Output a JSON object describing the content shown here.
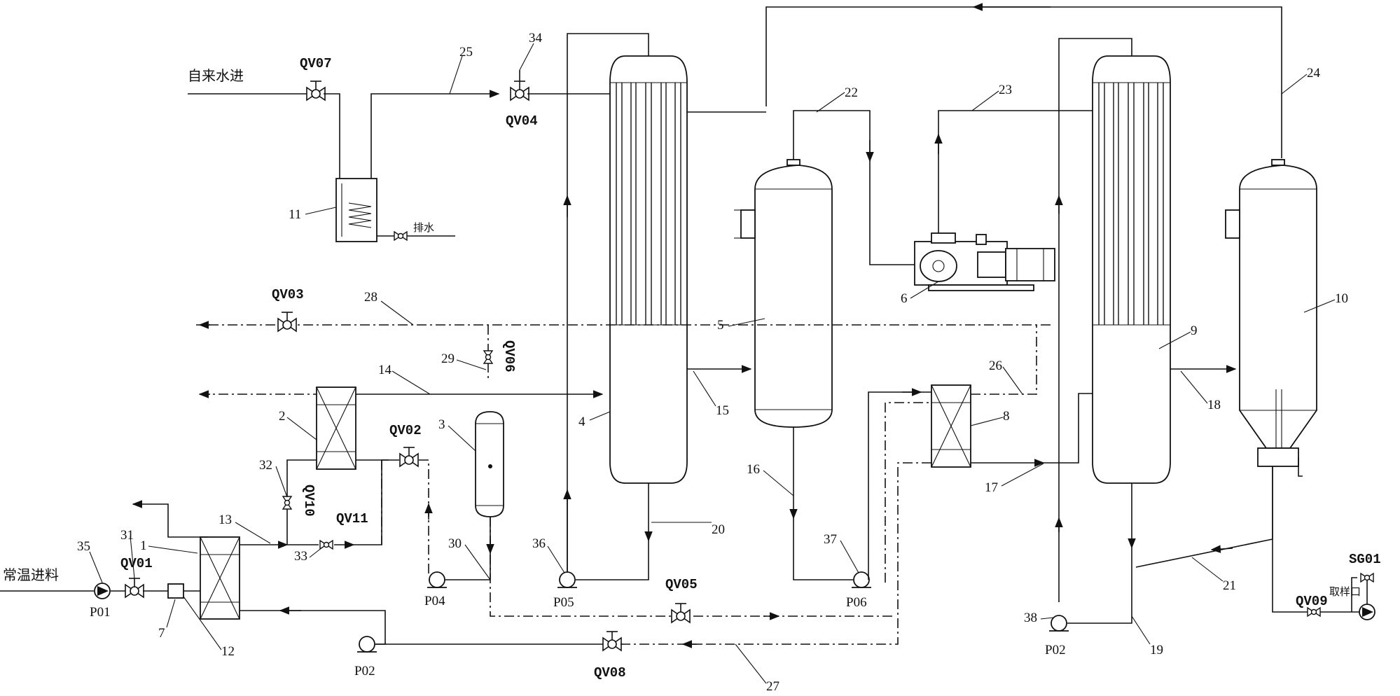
{
  "texts": {
    "tap_water_in": "自来水进",
    "drain": "排水",
    "feed_in": "常温进料",
    "sample_port": "取样口"
  },
  "valves": {
    "qv01": "QV01",
    "qv02": "QV02",
    "qv03": "QV03",
    "qv04": "QV04",
    "qv05": "QV05",
    "qv06": "QV06",
    "qv07": "QV07",
    "qv08": "QV08",
    "qv09": "QV09",
    "qv10": "QV10",
    "qv11": "QV11",
    "sg01": "SG01"
  },
  "pumps": {
    "p01": "P01",
    "p02a": "P02",
    "p02b": "P02",
    "p04": "P04",
    "p05": "P05",
    "p06": "P06"
  },
  "callouts": [
    "1",
    "2",
    "3",
    "4",
    "5",
    "6",
    "7",
    "8",
    "9",
    "10",
    "11",
    "12",
    "13",
    "14",
    "15",
    "16",
    "17",
    "18",
    "19",
    "20",
    "21",
    "22",
    "23",
    "24",
    "25",
    "26",
    "27",
    "28",
    "29",
    "30",
    "31",
    "32",
    "33",
    "34",
    "35",
    "36",
    "37",
    "38"
  ]
}
